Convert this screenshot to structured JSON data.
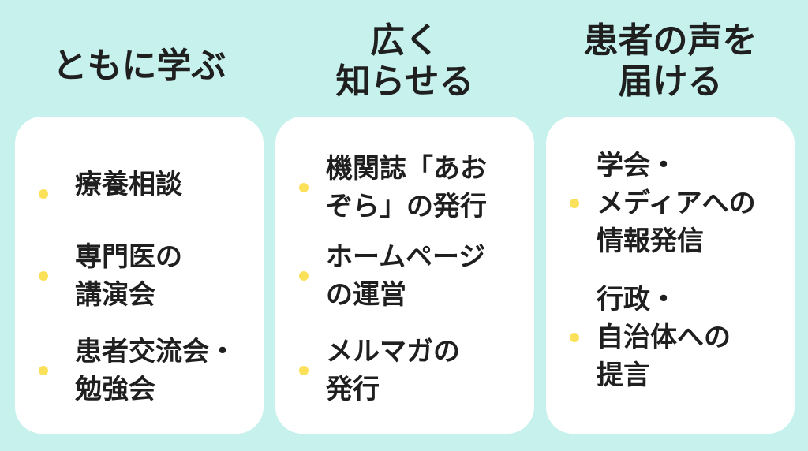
{
  "colors": {
    "background": "#c6f1ec",
    "card": "#ffffff",
    "bullet": "#fbe05a",
    "text": "#1f1f1f"
  },
  "columns": [
    {
      "heading": [
        "ともに学ぶ"
      ],
      "items": [
        {
          "lines": [
            "療養相談"
          ]
        },
        {
          "lines": [
            "専門医の",
            "講演会"
          ]
        },
        {
          "lines": [
            "患者交流会・",
            "勉強会"
          ]
        }
      ]
    },
    {
      "heading": [
        "広く",
        "知らせる"
      ],
      "items": [
        {
          "lines": [
            "機関誌「あお",
            "ぞら」の発行"
          ]
        },
        {
          "lines": [
            "ホームページ",
            "の運営"
          ]
        },
        {
          "lines": [
            "メルマガの",
            "発行"
          ]
        }
      ]
    },
    {
      "heading": [
        "患者の声を",
        "届ける"
      ],
      "items": [
        {
          "lines": [
            "学会・",
            "メディアへの",
            "情報発信"
          ]
        },
        {
          "lines": [
            "行政・",
            "自治体への",
            "提言"
          ]
        }
      ]
    }
  ]
}
